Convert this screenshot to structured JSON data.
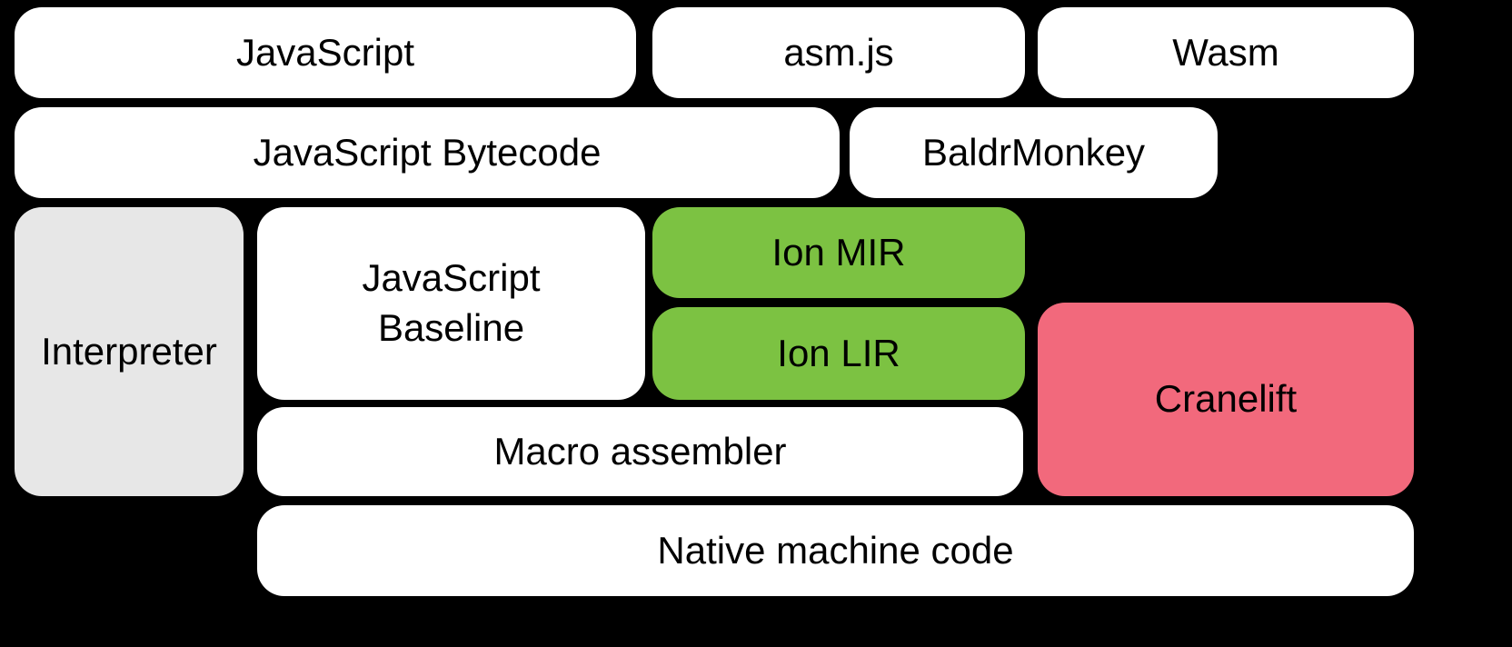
{
  "diagram": {
    "nodes": [
      {
        "label": "JavaScript",
        "color": "white"
      },
      {
        "label": "asm.js",
        "color": "white"
      },
      {
        "label": "Wasm",
        "color": "white"
      },
      {
        "label": "JavaScript Bytecode",
        "color": "white"
      },
      {
        "label": "BaldrMonkey",
        "color": "white"
      },
      {
        "label": "Interpreter",
        "color": "gray"
      },
      {
        "label": "JavaScript\nBaseline",
        "color": "white"
      },
      {
        "label": "Ion MIR",
        "color": "green"
      },
      {
        "label": "Ion LIR",
        "color": "green"
      },
      {
        "label": "Cranelift",
        "color": "pink"
      },
      {
        "label": "Macro assembler",
        "color": "white"
      },
      {
        "label": "Native machine code",
        "color": "white"
      }
    ]
  },
  "colors": {
    "background": "#000000",
    "white": "#ffffff",
    "gray": "#e7e7e7",
    "green": "#7cc242",
    "pink": "#f2697c"
  }
}
